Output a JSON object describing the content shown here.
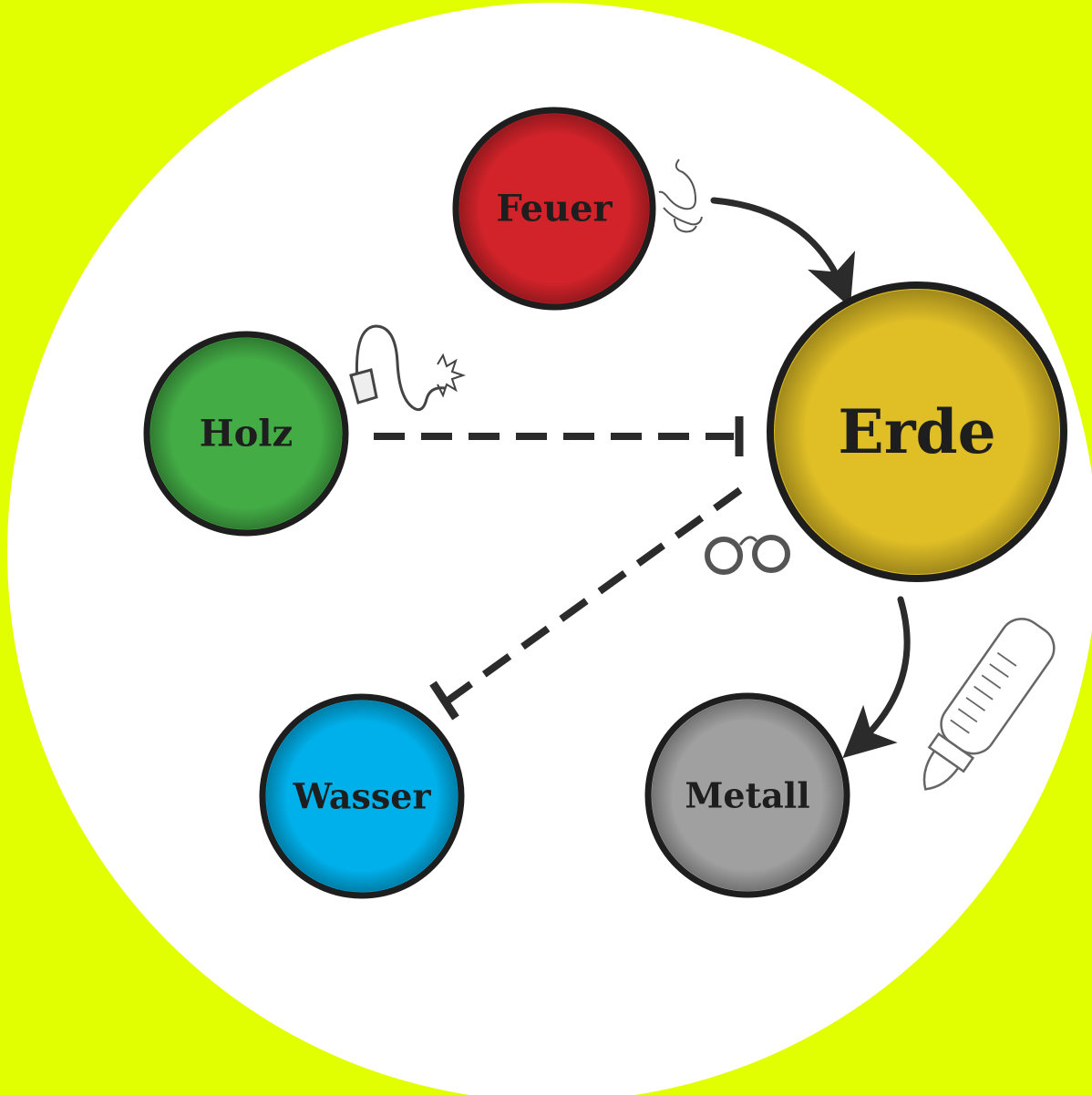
{
  "diagram": {
    "background_color": "#e2ff00",
    "disc_color": "#ffffff",
    "nodes": [
      {
        "id": "feuer",
        "label": "Feuer",
        "color": "#d2232a"
      },
      {
        "id": "erde",
        "label": "Erde",
        "color": "#dfbe26"
      },
      {
        "id": "holz",
        "label": "Holz",
        "color": "#43ac45"
      },
      {
        "id": "wasser",
        "label": "Wasser",
        "color": "#00b0ea"
      },
      {
        "id": "metall",
        "label": "Metall",
        "color": "#a0a0a0"
      }
    ],
    "edges": [
      {
        "from": "feuer",
        "to": "erde",
        "style": "solid-arrow",
        "icon": "pacifier-icon"
      },
      {
        "from": "erde",
        "to": "metall",
        "style": "solid-arrow",
        "icon": "baby-bottle-icon"
      },
      {
        "from": "holz",
        "to": "erde",
        "style": "dashed-bar",
        "icon": "whip-icon"
      },
      {
        "from": "erde",
        "to": "wasser",
        "style": "dashed-bar",
        "icon": "handcuffs-icon"
      }
    ]
  }
}
